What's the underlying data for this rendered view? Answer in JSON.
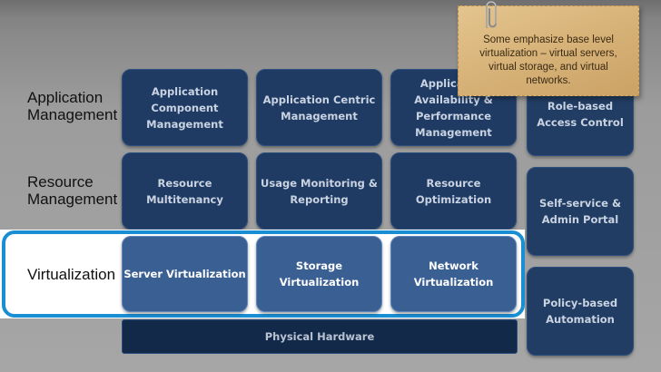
{
  "rows": {
    "application": "Application\nManagement",
    "resource": "Resource\nManagement",
    "virtualization": "Virtualization"
  },
  "boxes": {
    "app_component": "Application\nComponent\nManagement",
    "app_centric": "Application Centric\nManagement",
    "app_availability": "Application\nAvailability &\nPerformance\nManagement",
    "resource_multitenancy": "Resource\nMultitenancy",
    "usage_monitoring": "Usage Monitoring &\nReporting",
    "resource_optimization": "Resource\nOptimization",
    "server_virtualization": "Server Virtualization",
    "storage_virtualization": "Storage\nVirtualization",
    "network_virtualization": "Network\nVirtualization",
    "physical_hardware": "Physical Hardware",
    "role_based": "Role-based\nAccess Control",
    "self_service": "Self-service &\nAdmin Portal",
    "policy_based": "Policy-based\nAutomation"
  },
  "note": {
    "text": "Some emphasize base level virtualization – virtual servers, virtual storage, and virtual networks."
  },
  "colors": {
    "box_dark": "#1f3b63",
    "box_virtualization": "#3a5f93",
    "highlight_border": "#1a8ed3",
    "note_paper": "#d8b47a"
  }
}
